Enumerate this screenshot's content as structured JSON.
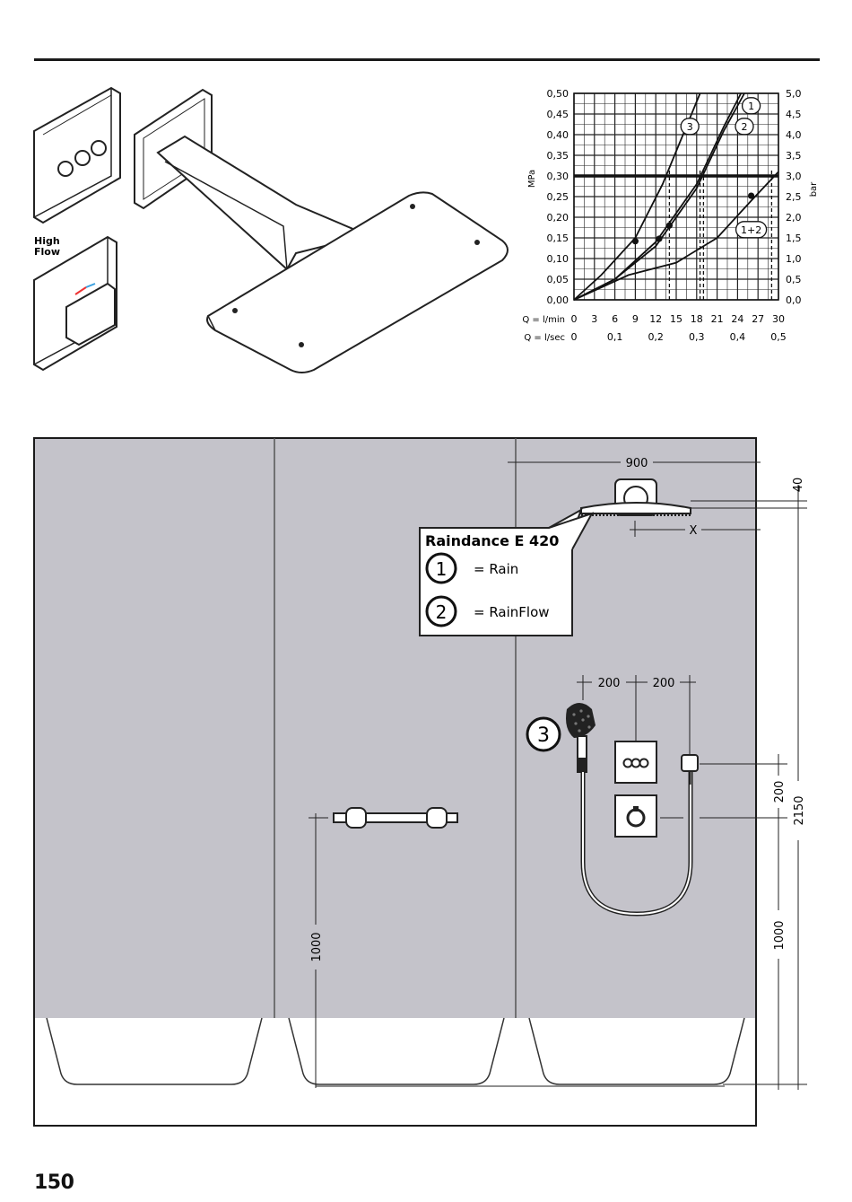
{
  "page": {
    "number": "150"
  },
  "product_illustration": {
    "high_flow_label_line1": "High",
    "high_flow_label_line2": "Flow"
  },
  "chart_data": {
    "type": "line",
    "title": "",
    "xlabel_lpm": "Q = l/min",
    "xlabel_lps": "Q = l/sec",
    "ylabel_left": "MPa",
    "ylabel_right": "bar",
    "xlim": [
      0,
      30
    ],
    "ylim": [
      0,
      0.5
    ],
    "grid": true,
    "x_ticks_lpm": [
      "0",
      "3",
      "6",
      "9",
      "12",
      "15",
      "18",
      "21",
      "24",
      "27",
      "30"
    ],
    "x_ticks_lps": [
      {
        "label": "0",
        "at": 0
      },
      {
        "label": "0,1",
        "at": 6
      },
      {
        "label": "0,2",
        "at": 12
      },
      {
        "label": "0,3",
        "at": 18
      },
      {
        "label": "0,4",
        "at": 24
      },
      {
        "label": "0,5",
        "at": 30
      }
    ],
    "y_ticks_left": [
      "0,00",
      "0,05",
      "0,10",
      "0,15",
      "0,20",
      "0,25",
      "0,30",
      "0,35",
      "0,40",
      "0,45",
      "0,50"
    ],
    "y_ticks_right": [
      "0,0",
      "0,5",
      "1,0",
      "1,5",
      "2,0",
      "2,5",
      "3,0",
      "3,5",
      "4,0",
      "4,5",
      "5,0"
    ],
    "reference_line_mpa": 0.3,
    "series": [
      {
        "name": "3",
        "x": [
          0,
          4,
          9,
          13,
          17,
          18.5
        ],
        "y": [
          0,
          0.06,
          0.15,
          0.28,
          0.44,
          0.5
        ],
        "marker": {
          "x": 9,
          "y": 0.142
        },
        "dashed_x": 14
      },
      {
        "name": "2",
        "x": [
          0,
          6,
          12,
          18,
          22,
          24.5
        ],
        "y": [
          0,
          0.05,
          0.14,
          0.28,
          0.42,
          0.5
        ],
        "marker": {
          "x": 14,
          "y": 0.18
        },
        "dashed_x": 18.5
      },
      {
        "name": "1",
        "x": [
          0,
          6,
          12,
          18,
          22,
          25
        ],
        "y": [
          0,
          0.05,
          0.13,
          0.27,
          0.41,
          0.5
        ],
        "marker": {
          "x": 12.5,
          "y": 0.148
        },
        "dashed_x": 19
      },
      {
        "name": "1+2",
        "x": [
          0,
          8,
          15,
          21,
          26,
          30
        ],
        "y": [
          0,
          0.06,
          0.09,
          0.15,
          0.24,
          0.31
        ],
        "marker": {
          "x": 26,
          "y": 0.252
        },
        "dashed_x": 29
      }
    ]
  },
  "installation": {
    "callout_title": "Raindance E 420",
    "legend": [
      {
        "num": "1",
        "text": "= Rain"
      },
      {
        "num": "2",
        "text": "= RainFlow"
      }
    ],
    "handshower_num": "3",
    "dim_900": "900",
    "dim_40": "40",
    "dim_x": "X",
    "dim_200a": "200",
    "dim_200b": "200",
    "dim_200v": "200",
    "dim_2150": "2150",
    "dim_1000_right": "1000",
    "dim_1000_left": "1000"
  },
  "colors": {
    "wall": "#c4c3ca",
    "line": "#1a1a1a"
  }
}
